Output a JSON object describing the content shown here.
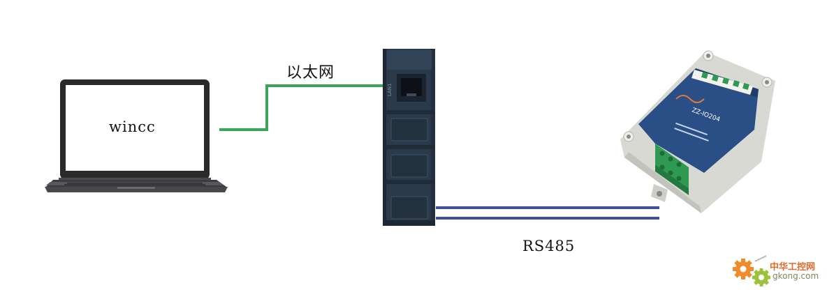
{
  "labels": {
    "computer_software": "wincc",
    "ethernet": "以太网",
    "bus": "RS485"
  },
  "watermark": {
    "site_name": "中华工控网",
    "domain": "gkong.com"
  },
  "colors": {
    "ethernet_cable": "#3aa65a",
    "rs485_cable": "#3f4f9e",
    "gateway_body": "#2b3a4a",
    "module_case": "#dcdcd6",
    "module_panel": "#2a4f86",
    "terminal_green": "#2f9a52",
    "watermark_orange": "#f08a2a",
    "watermark_green": "#9cc23a"
  },
  "icons": {
    "computer": "laptop-icon",
    "gateway": "din-rail-gateway-icon",
    "io_module": "io-module-icon",
    "watermark": "gear-logo-icon"
  }
}
